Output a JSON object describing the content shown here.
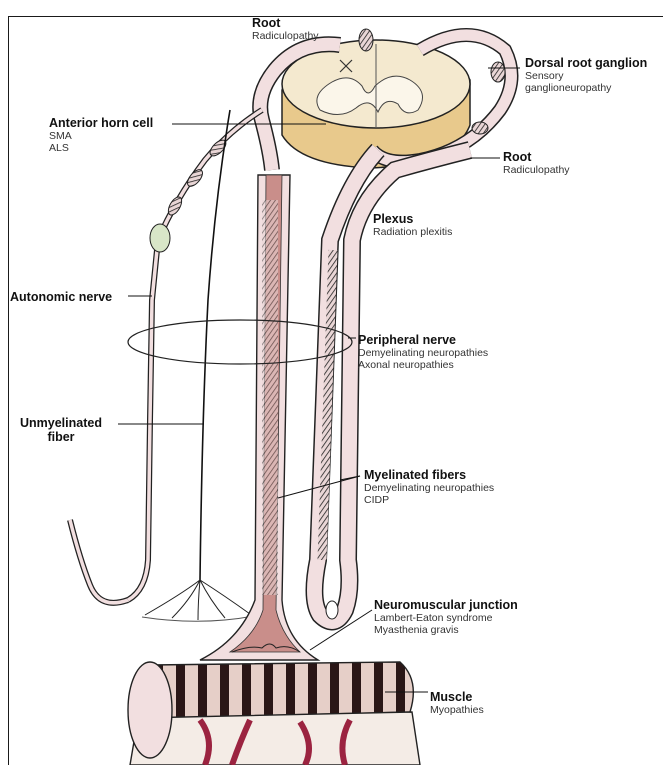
{
  "labels": {
    "root_top": {
      "title": "Root",
      "lines": [
        "Radiculopathy"
      ]
    },
    "dorsal_root_ganglion": {
      "title": "Dorsal root ganglion",
      "lines": [
        "Sensory",
        "ganglioneuropathy"
      ]
    },
    "anterior_horn_cell": {
      "title": "Anterior horn cell",
      "lines": [
        "SMA",
        "ALS"
      ]
    },
    "root_right": {
      "title": "Root",
      "lines": [
        "Radiculopathy"
      ]
    },
    "plexus": {
      "title": "Plexus",
      "lines": [
        "Radiation plexitis"
      ]
    },
    "autonomic_nerve": {
      "title": "Autonomic nerve"
    },
    "peripheral_nerve": {
      "title": "Peripheral nerve",
      "lines": [
        "Demyelinating neuropathies",
        "Axonal neuropathies"
      ]
    },
    "unmyelinated_fiber": {
      "title_lines": [
        "Unmyelinated",
        "fiber"
      ]
    },
    "myelinated_fibers": {
      "title": "Myelinated fibers",
      "lines": [
        "Demyelinating neuropathies",
        "CIDP"
      ]
    },
    "neuromuscular_junction": {
      "title": "Neuromuscular junction",
      "lines": [
        "Lambert-Eaton syndrome",
        "Myasthenia gravis"
      ]
    },
    "muscle": {
      "title": "Muscle",
      "lines": [
        "Myopathies"
      ]
    }
  },
  "colors": {
    "cord": "#f4e9cf",
    "cord_side": "#e8c98c",
    "nerve_fill": "#f2dfe0",
    "axon_fill": "#c98e8a",
    "myelin": "#2b2b2b",
    "muscle_dark": "#3a1f1f",
    "muscle_red": "#9b2340"
  }
}
